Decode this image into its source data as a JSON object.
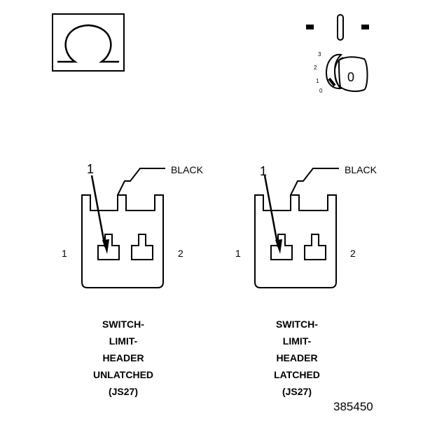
{
  "symbols": {
    "ohm_icon": "ohm-symbol-icon",
    "ignition_icon": "ignition-key-icon",
    "ignition_positions": [
      "3",
      "2",
      "1",
      "0"
    ],
    "key_label": "0"
  },
  "connectors": [
    {
      "pointer_number": "1",
      "wire_color_label": "BLACK",
      "pin_left": "1",
      "pin_right": "2",
      "caption_lines": [
        "SWITCH-",
        "LIMIT-",
        "HEADER",
        "UNLATCHED",
        "(JS27)"
      ]
    },
    {
      "pointer_number": "1",
      "wire_color_label": "BLACK",
      "pin_left": "1",
      "pin_right": "2",
      "caption_lines": [
        "SWITCH-",
        "LIMIT-",
        "HEADER",
        "LATCHED",
        "(JS27)"
      ]
    }
  ],
  "figure_number": "385450"
}
